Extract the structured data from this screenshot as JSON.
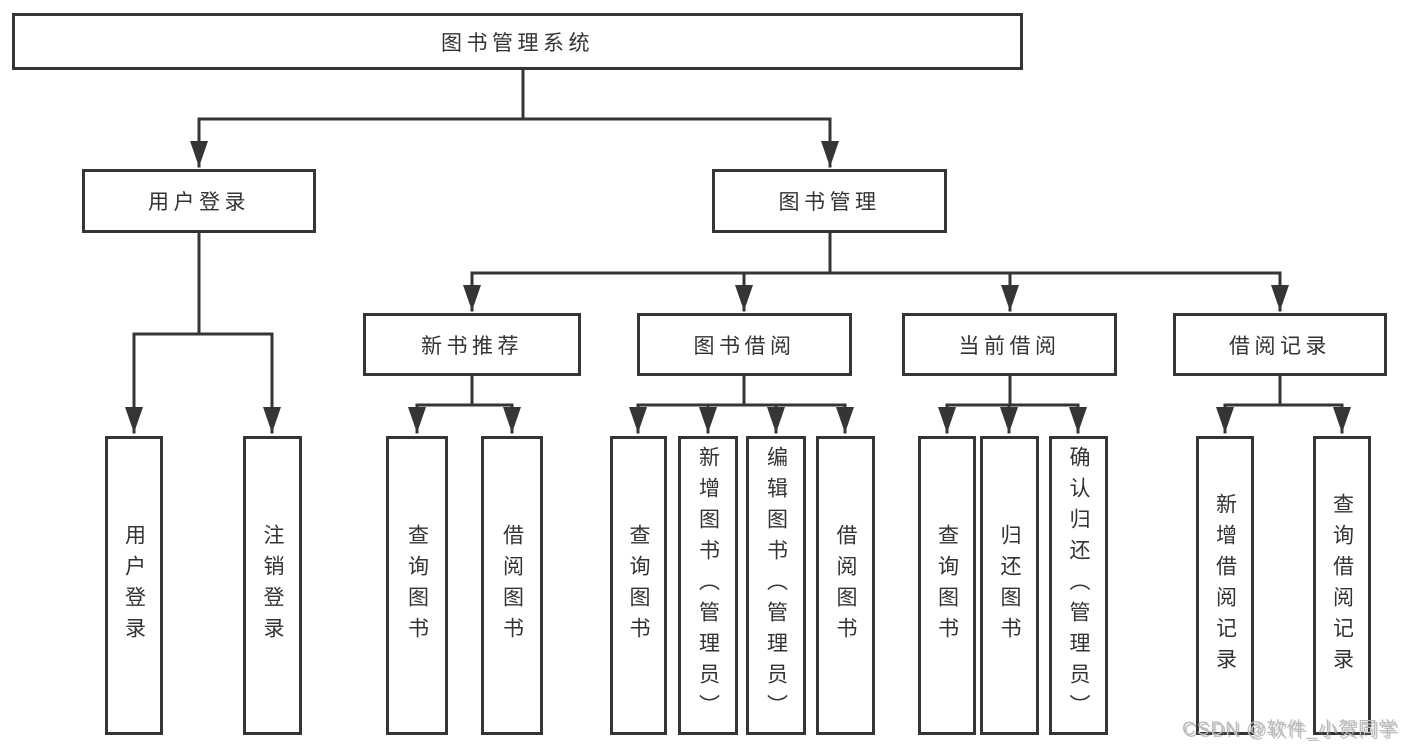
{
  "tree": {
    "root": "图书管理系统",
    "branches": [
      {
        "label": "用户登录",
        "children": [
          "用户登录",
          "注销登录"
        ]
      },
      {
        "label": "图书管理",
        "sections": [
          {
            "label": "新书推荐",
            "children": [
              "查询图书",
              "借阅图书"
            ]
          },
          {
            "label": "图书借阅",
            "children": [
              "查询图书",
              "新增图书（管理员）",
              "编辑图书（管理员）",
              "借阅图书"
            ]
          },
          {
            "label": "当前借阅",
            "children": [
              "查询图书",
              "归还图书",
              "确认归还（管理员）"
            ]
          },
          {
            "label": "借阅记录",
            "children": [
              "新增借阅记录",
              "查询借阅记录"
            ]
          }
        ]
      }
    ]
  },
  "watermark": "CSDN @软件_小贺同学",
  "colors": {
    "line": "#353535",
    "text": "#333333",
    "background": "#ffffff",
    "watermark": "#bcbcbc"
  }
}
